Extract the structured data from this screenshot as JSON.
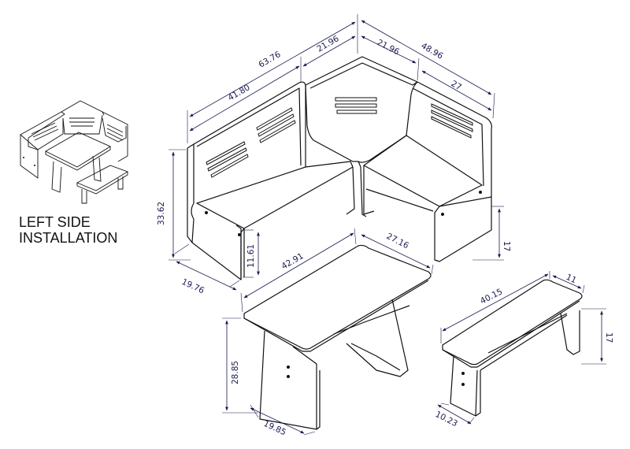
{
  "installation_label_line1": "LEFT SIDE",
  "installation_label_line2": "INSTALLATION",
  "dims": {
    "total_left_length": "63.76",
    "left_back_length": "41.80",
    "corner_left": "21.96",
    "corner_right": "21.96",
    "total_right_length": "48.96",
    "right_back_length": "27",
    "back_height": "33.62",
    "seat_height": "11.61",
    "bench_depth": "19.76",
    "right_seat_height": "17",
    "table_length": "42.91",
    "table_width": "27.16",
    "table_height": "28.85",
    "table_foot": "19.85",
    "bench_length": "40.15",
    "bench_width": "11",
    "bench_height": "17",
    "bench_foot": "10.23"
  }
}
